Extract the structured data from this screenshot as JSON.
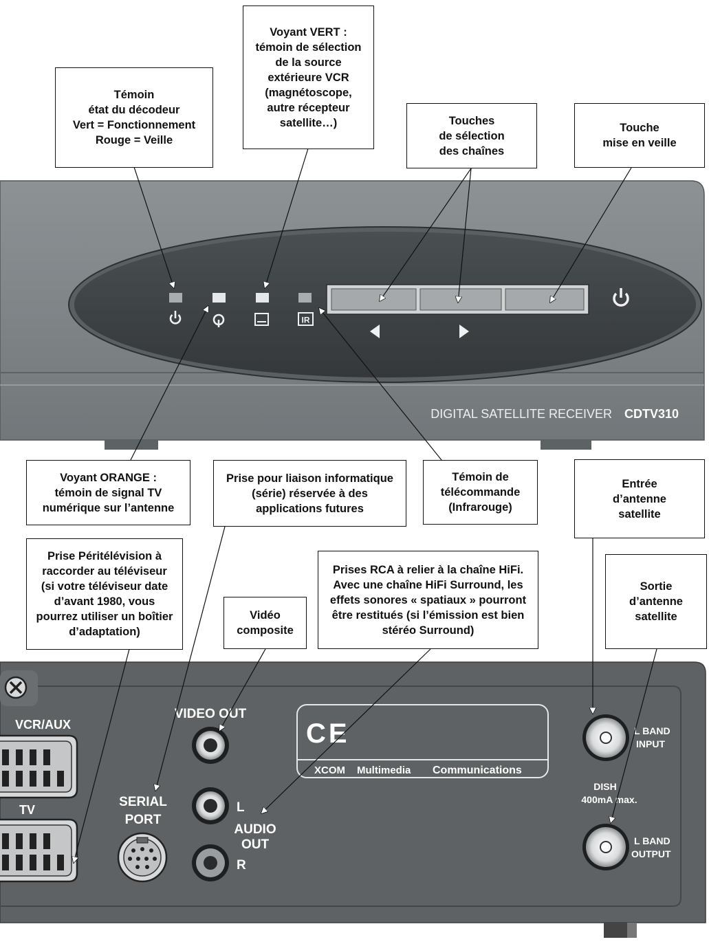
{
  "callouts": {
    "temoin_etat": "Témoin\nétat du décodeur\nVert = Fonctionnement\nRouge = Veille",
    "voyant_vert": "Voyant VERT :\ntémoin de sélection\nde la source\nextérieure VCR\n(magnétoscope,\nautre récepteur\nsatellite…)",
    "touches_chaines": "Touches\nde sélection\ndes chaînes",
    "touche_veille": "Touche\nmise en veille",
    "voyant_orange": "Voyant ORANGE :\ntémoin de signal TV\nnumérique sur l’antenne",
    "prise_informatique": "Prise pour liaison informatique\n(série) réservée à des\napplications futures",
    "temoin_telecommande": "Témoin de\ntélécommande\n(Infrarouge)",
    "entree_antenne": "Entrée\nd’antenne\nsatellite",
    "prise_peritel": "Prise Péritélévision à\nraccorder au téléviseur\n(si votre téléviseur date\nd’avant 1980, vous\npourrez utiliser un boîtier\nd’adaptation)",
    "video_composite": "Vidéo\ncomposite",
    "prises_rca": "Prises RCA à relier à la chaîne HiFi.\nAvec une chaîne HiFi Surround, les\neffets sonores « spatiaux » pourront\nêtre restitués (si l’émission est bien\nstéréo Surround)",
    "sortie_antenne": "Sortie\nd’antenne\nsatellite"
  },
  "front_panel": {
    "model_text": "DIGITAL SATELLITE RECEIVER",
    "model_number": "CDTV310",
    "ir_label": "IR"
  },
  "rear_panel": {
    "vcr_aux": "VCR/AUX",
    "tv": "TV",
    "video_out": "VIDEO OUT",
    "serial_port_1": "SERIAL",
    "serial_port_2": "PORT",
    "audio_l": "L",
    "audio_out_1": "AUDIO",
    "audio_out_2": "OUT",
    "audio_r": "R",
    "ce_mark": "CE",
    "brand_1": "XCOM",
    "brand_2": "Multimedia",
    "brand_3": "Communications",
    "l_band_input_1": "L BAND",
    "l_band_input_2": "INPUT",
    "dish_1": "DISH",
    "dish_2": "400mA max.",
    "l_band_output_1": "L BAND",
    "l_band_output_2": "OUTPUT"
  },
  "colors": {
    "front_body": "#7d8285",
    "oval": "#3e4346",
    "rear_body": "#5f6264",
    "led": "#c8cacb",
    "button": "#a6a9ab"
  }
}
